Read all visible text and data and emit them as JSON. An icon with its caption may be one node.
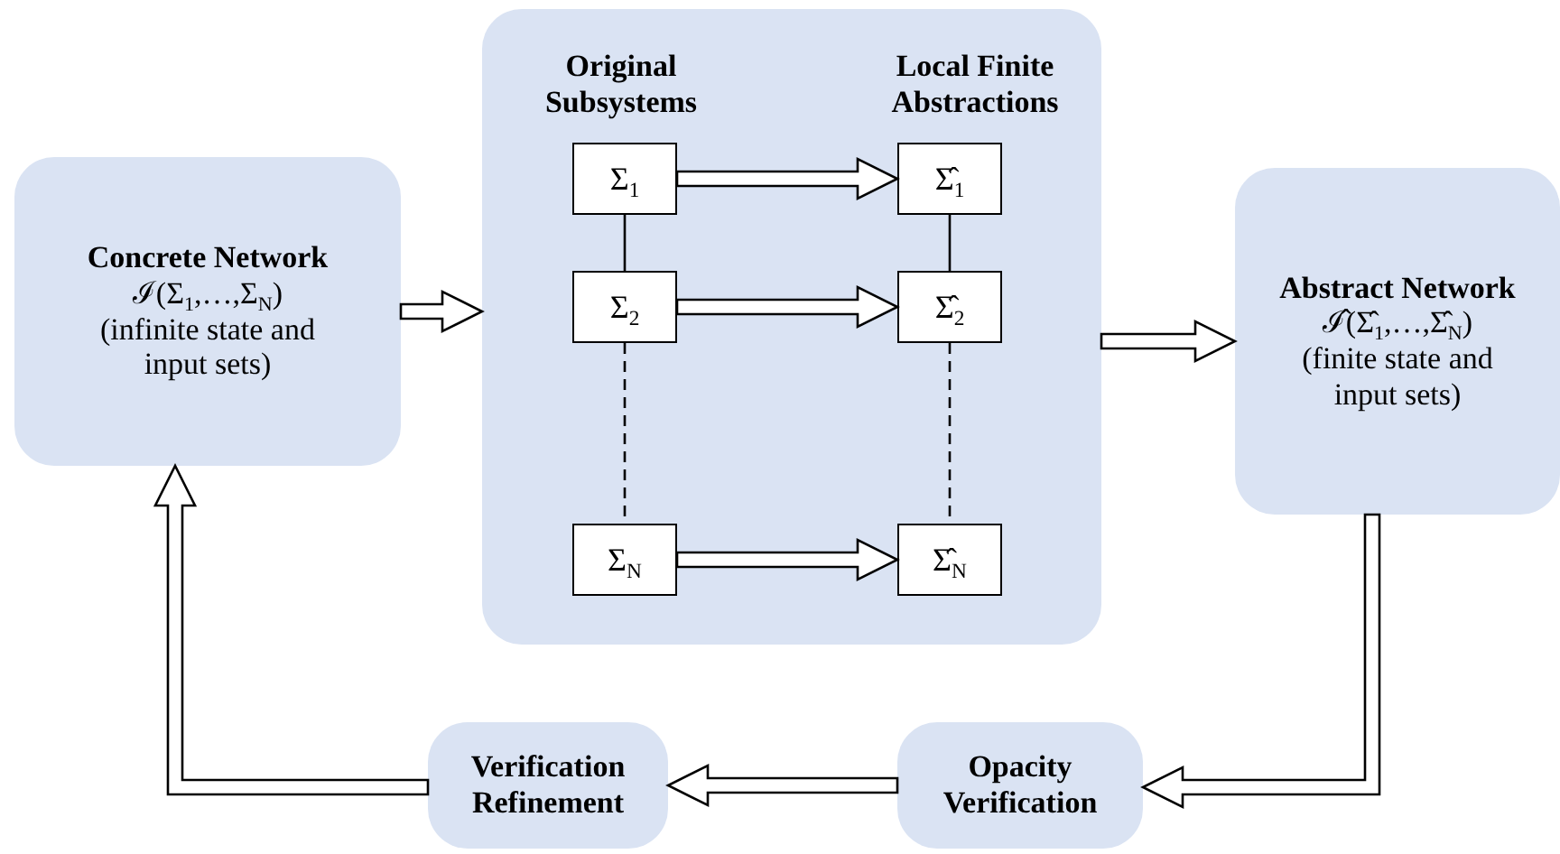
{
  "diagram": {
    "nodes": [
      {
        "text": [
          "Concrete Network",
          "ℐ(Σ$_{1}$,…,Σ$_{N}$)",
          "(infinite state and input sets)"
        ]
      },
      {
        "text": [
          "Original Subsystems",
          "Local Finite Abstractions"
        ]
      },
      {
        "text": [
          "Σ$_{1}$"
        ],
        "in": 1
      },
      {
        "text": [
          "Σ$_{2}$"
        ],
        "in": 1
      },
      {
        "text": [
          "Σ$_{N}$"
        ],
        "in": 1
      },
      {
        "text": [
          "Σ̂$_{1}$"
        ],
        "in": 1
      },
      {
        "text": [
          "Σ̂$_{2}$"
        ],
        "in": 1
      },
      {
        "text": [
          "Σ̂$_{N}$"
        ],
        "in": 1
      },
      {
        "text": [
          "Abstract Network",
          "ℐ̂(Σ̂$_{1}$,…,Σ̂$_{N}$)",
          "(finite state and input sets)"
        ]
      },
      {
        "text": [
          "Opacity Verification"
        ]
      },
      {
        "text": [
          "Verification Refinement"
        ]
      }
    ],
    "edges": [
      {
        "from": 0,
        "to": 1,
        "arrow": "to"
      },
      {
        "from": 1,
        "to": 8,
        "arrow": "to"
      },
      {
        "from": 2,
        "to": 3,
        "arrow": "none"
      },
      {
        "from": 3,
        "to": 4,
        "arrow": "none",
        "style": "dashed"
      },
      {
        "from": 5,
        "to": 6,
        "arrow": "none"
      },
      {
        "from": 6,
        "to": 7,
        "arrow": "none",
        "style": "dashed"
      },
      {
        "from": 2,
        "to": 5,
        "arrow": "to"
      },
      {
        "from": 3,
        "to": 6,
        "arrow": "to"
      },
      {
        "from": 4,
        "to": 7,
        "arrow": "to"
      },
      {
        "from": 8,
        "to": 9,
        "arrow": "to"
      },
      {
        "from": 9,
        "to": 10,
        "arrow": "to"
      },
      {
        "from": 10,
        "to": 0,
        "arrow": "to"
      }
    ]
  }
}
